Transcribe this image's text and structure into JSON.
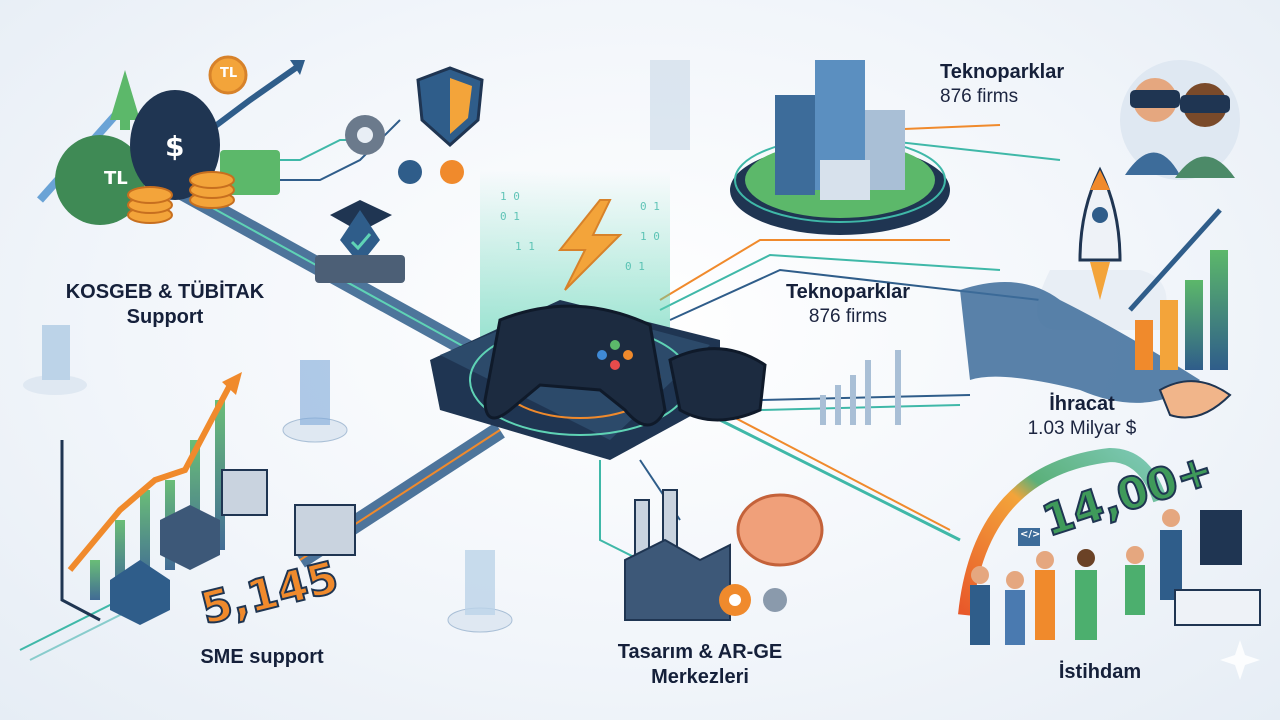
{
  "title": "Turkish Game & Digital Industry Ecosystem",
  "nodes": {
    "funding": {
      "title": "KOSGEB & TÜBİTAK",
      "subtitle": "Support",
      "coin_label": "TL",
      "currency_symbol": "$"
    },
    "technoparks_top": {
      "title": "Teknoparklar",
      "subtitle": "876 firms"
    },
    "technoparks_mid": {
      "title": "Teknoparklar",
      "subtitle": "876 firms"
    },
    "exports": {
      "title": "İhracat",
      "subtitle": "1.03 Milyar $"
    },
    "employment": {
      "title": "İstihdam",
      "figure": "14,00+",
      "code_tag": "</>"
    },
    "sme": {
      "title": "SME support",
      "figure": "5,145"
    },
    "rnd": {
      "title": "Tasarım & AR-GE",
      "subtitle": "Merkezleri"
    }
  },
  "colors": {
    "navy": "#15203a",
    "orange": "#f08a2c",
    "green": "#4caf6e",
    "teal": "#3fb8a8",
    "blue": "#2f5d8a"
  }
}
